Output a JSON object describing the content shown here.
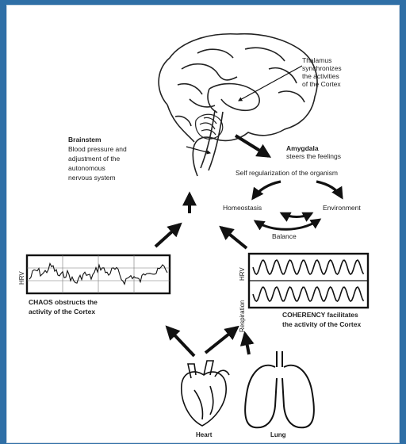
{
  "labels": {
    "thalamus": [
      "Thalamus",
      "synchronizes",
      "the activities",
      "of the Cortex"
    ],
    "brainstem_title": "Brainstem",
    "brainstem_desc": [
      "Blood pressure and",
      "adjustment of the",
      "autonomous",
      "nervous system"
    ],
    "amygdala_title": "Amygdala",
    "amygdala_desc": "steers the feelings",
    "self_regulation": "Self regularization of the organism",
    "homeostasis": "Homeostasis",
    "environment": "Environment",
    "balance": "Balance",
    "hrv_left": "HRV",
    "chaos_caption": [
      "CHAOS obstructs the",
      "activity of the Cortex"
    ],
    "respiration": "Respiration",
    "hrv_right": "HRV",
    "coherency_caption": [
      "COHERENCY facilitates",
      "the activity of the Cortex"
    ],
    "heart": "Heart",
    "lung": "Lung"
  },
  "colors": {
    "background": "#2f6fa6",
    "panel": "#ffffff",
    "ink": "#111111"
  }
}
